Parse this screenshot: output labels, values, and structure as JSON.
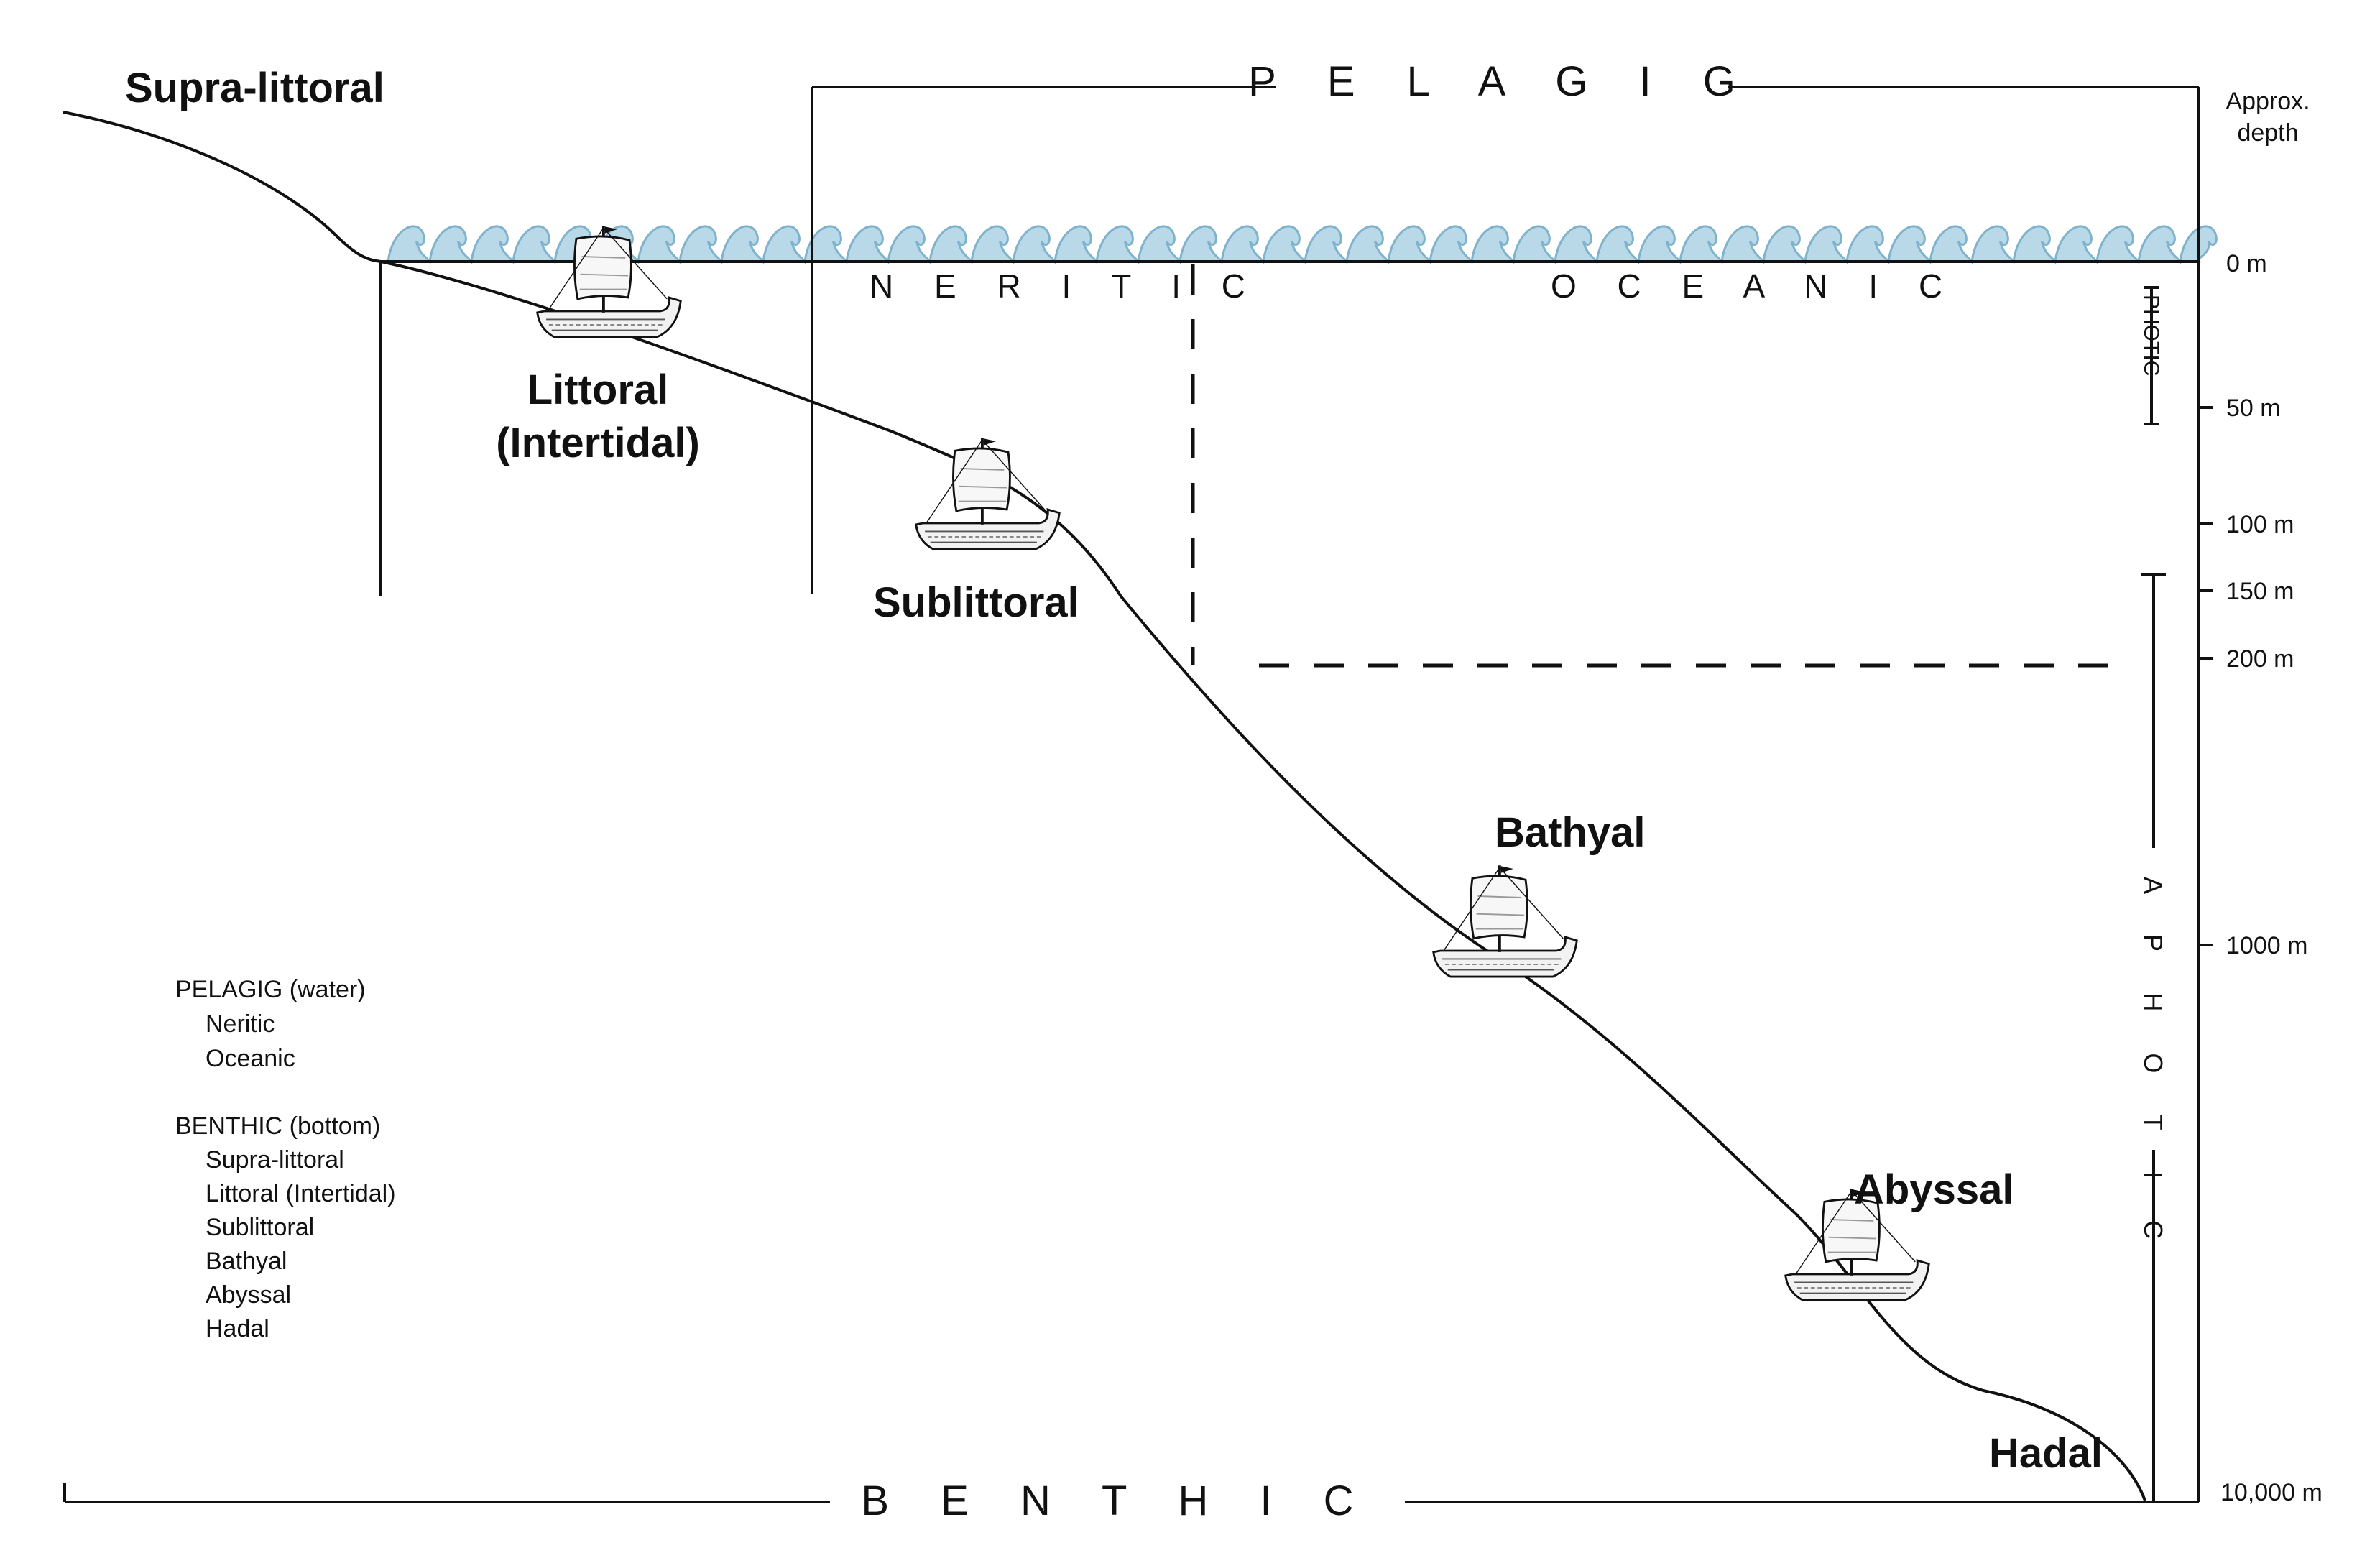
{
  "diagram": {
    "regions": {
      "pelagic": "P E L A G I G",
      "neritic": "N E R I T I C",
      "oceanic": "O C E A N I C",
      "benthic": "B E N T H I C"
    },
    "benthic_zones": {
      "supra_littoral": "Supra-littoral",
      "littoral_line1": "Littoral",
      "littoral_line2": "(Intertidal)",
      "sublittoral": "Sublittoral",
      "bathyal": "Bathyal",
      "abyssal": "Abyssal",
      "hadal": "Hadal"
    },
    "light_zones": {
      "photic": "PHOTIC",
      "aphotic": "A P H O T I C"
    },
    "depth_scale": {
      "header_line1": "Approx.",
      "header_line2": "depth",
      "ticks": [
        "0 m",
        "50 m",
        "100 m",
        "150 m",
        "200 m",
        "1000 m",
        "10,000 m"
      ]
    },
    "legend": {
      "pelagic_heading": "PELAGIG (water)",
      "pelagic_items": [
        "Neritic",
        "Oceanic"
      ],
      "benthic_heading": "BENTHIC (bottom)",
      "benthic_items": [
        "Supra-littoral",
        "Littoral (Intertidal)",
        "Sublittoral",
        "Bathyal",
        "Abyssal",
        "Hadal"
      ]
    },
    "colors": {
      "water": "#b9d9e8",
      "wave_stroke": "#7fb2cc",
      "ink": "#111111",
      "hull": "#f2f2f2"
    },
    "icons": [
      "wave-icon",
      "ship-icon"
    ]
  }
}
